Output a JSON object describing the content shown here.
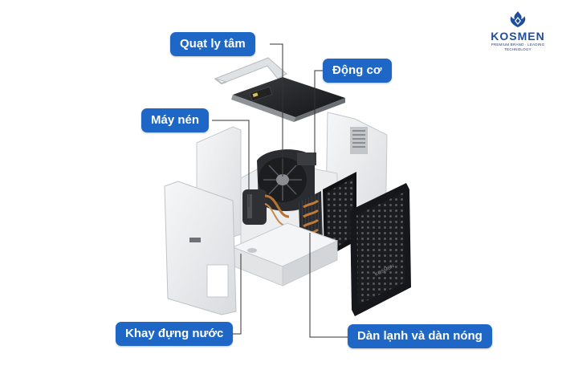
{
  "brand": {
    "name": "KOSMEN",
    "tagline": "PREMIUM BRAND · LEADING TECHNOLOGY",
    "color": "#1f4f9c"
  },
  "label_color": "#1f67c6",
  "labels": {
    "fan": "Quạt ly tâm",
    "motor": "Động cơ",
    "compressor": "Máy nén",
    "water_tray": "Khay đựng nước",
    "coils": "Dàn lạnh và dàn nóng"
  },
  "icons": {
    "logo": "flame-diamond-icon"
  }
}
